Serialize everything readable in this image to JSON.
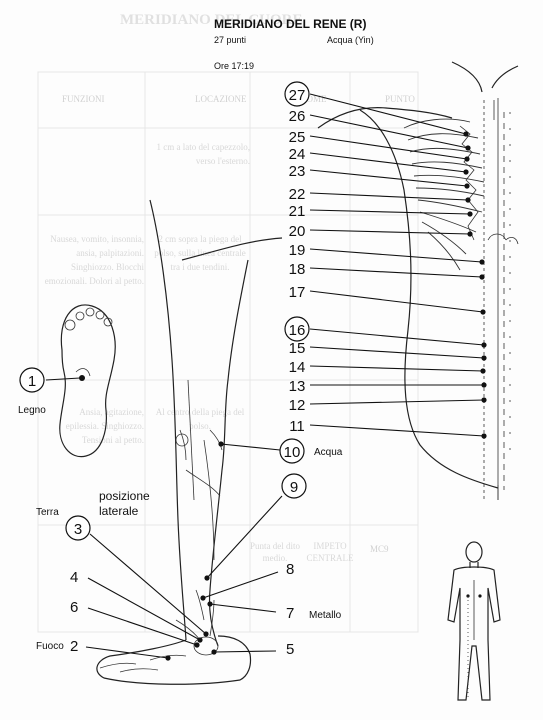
{
  "header": {
    "title": "MERIDIANO DEL RENE (R)",
    "points": "27 punti",
    "element": "Acqua (Yin)",
    "time": "Ore 17:19"
  },
  "labels": {
    "legno": "Legno",
    "terra": "Terra",
    "fuoco": "Fuoco",
    "acqua": "Acqua",
    "metallo": "Metallo",
    "posizione": "posizione",
    "laterale": "laterale"
  },
  "torso_points": [
    {
      "id": "27",
      "n": "27",
      "circled": true
    },
    {
      "id": "26",
      "n": "26",
      "circled": false
    },
    {
      "id": "25",
      "n": "25",
      "circled": false
    },
    {
      "id": "24",
      "n": "24",
      "circled": false
    },
    {
      "id": "23",
      "n": "23",
      "circled": false
    },
    {
      "id": "22",
      "n": "22",
      "circled": false
    },
    {
      "id": "21",
      "n": "21",
      "circled": false
    },
    {
      "id": "20",
      "n": "20",
      "circled": false
    },
    {
      "id": "19",
      "n": "19",
      "circled": false
    },
    {
      "id": "18",
      "n": "18",
      "circled": false
    },
    {
      "id": "17",
      "n": "17",
      "circled": false
    },
    {
      "id": "16",
      "n": "16",
      "circled": true
    },
    {
      "id": "15",
      "n": "15",
      "circled": false
    },
    {
      "id": "14",
      "n": "14",
      "circled": false
    },
    {
      "id": "13",
      "n": "13",
      "circled": false
    },
    {
      "id": "12",
      "n": "12",
      "circled": false
    },
    {
      "id": "11",
      "n": "11",
      "circled": false
    }
  ],
  "leg_points": {
    "p1": "1",
    "p2": "2",
    "p3": "3",
    "p4": "4",
    "p5": "5",
    "p6": "6",
    "p7": "7",
    "p8": "8",
    "p9": "9",
    "p10": "10"
  },
  "bleed_through": {
    "top_title": "MERIDIANO DEL CUORE",
    "col_funzioni": "FUNZIONI",
    "col_locazione": "LOCAZIONE",
    "col_nome": "NOME",
    "col_punto": "PUNTO",
    "row1": "1 cm a lato del capezzolo, verso l'esterno.",
    "row2_a": "Nausea, vomito, insonnia, ansia, palpitazioni. Singhiozzo. Blocchi emozionali. Dolori al petto.",
    "row2_b": "2 cm sopra la piega del polso, sulla linea centrale tra i due tendini.",
    "row3_a": "Ansia, agitazione, epilessia. Singhiozzo. Tensioni al petto.",
    "row3_b": "Al centro della piega del polso.",
    "row4_a": "IMPETO CENTRALE",
    "row4_b": "Punta del dito medio.",
    "row4_c": "MC9"
  }
}
